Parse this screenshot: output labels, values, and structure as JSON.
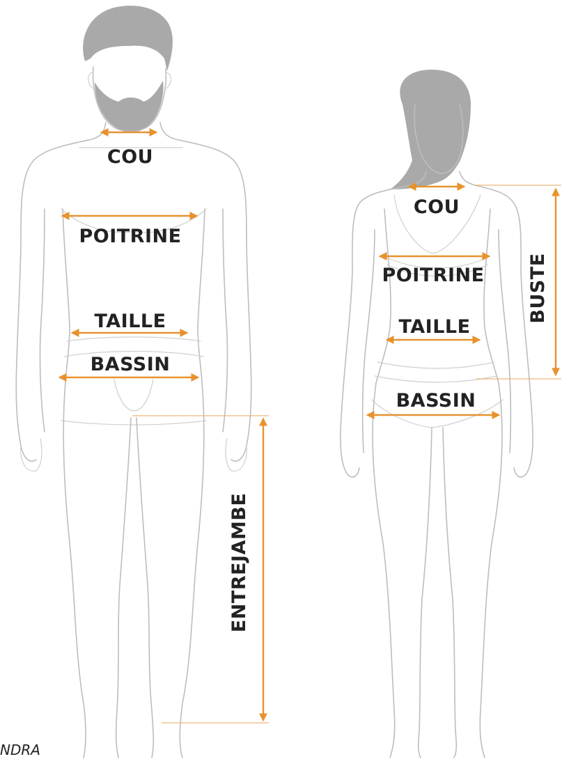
{
  "colors": {
    "arrow": "#e8922e",
    "outline": "#bdbdbd",
    "hair": "#a9a9a9",
    "text": "#222222"
  },
  "man": {
    "neck": "COU",
    "chest": "POITRINE",
    "waist": "TAILLE",
    "hips": "BASSIN",
    "inseam": "ENTREJAMBE"
  },
  "woman": {
    "neck": "COU",
    "chest": "POITRINE",
    "waist": "TAILLE",
    "hips": "BASSIN",
    "bust": "BUSTE"
  },
  "corner_text": "NDRA"
}
